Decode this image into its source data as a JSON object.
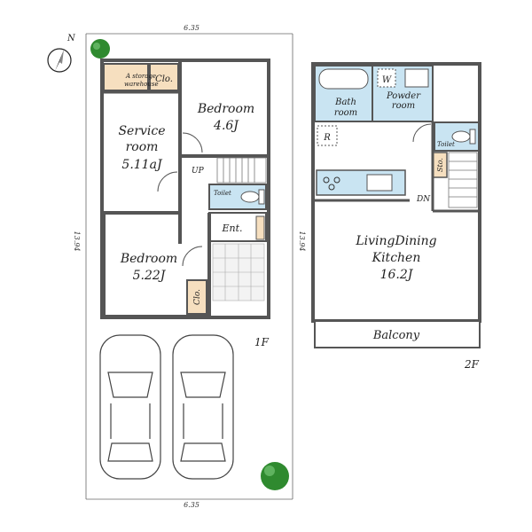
{
  "dimensions": {
    "top": "6.35",
    "bottom": "6.35",
    "left": "13.94",
    "right": "13.94"
  },
  "compass": {
    "north": "N"
  },
  "floor1": {
    "floor_label": "1F",
    "storage": [
      "A storage",
      "warehouse"
    ],
    "closet_top": "Clo.",
    "service_room": [
      "Service",
      "room",
      "5.11aJ"
    ],
    "bedroom_ne": [
      "Bedroom",
      "4.6J"
    ],
    "up": "UP",
    "toilet": "Toilet",
    "entrance": "Ent.",
    "bedroom_sw": [
      "Bedroom",
      "5.22J"
    ],
    "closet_bottom": "Clo."
  },
  "floor2": {
    "floor_label": "2F",
    "bath": [
      "Bath",
      "room"
    ],
    "washer": "W",
    "powder": [
      "Powder",
      "room"
    ],
    "fridge": "R",
    "toilet": "Toilet",
    "storage": "Sto.",
    "down": "DN",
    "ldk": [
      "LivingDining",
      "Kitchen",
      "16.2J"
    ],
    "balcony": "Balcony"
  },
  "colors": {
    "wall": "#555555",
    "bathroom": "#c9e4f2",
    "closet": "#f6dfbf",
    "tree": "#2f8a2f"
  }
}
